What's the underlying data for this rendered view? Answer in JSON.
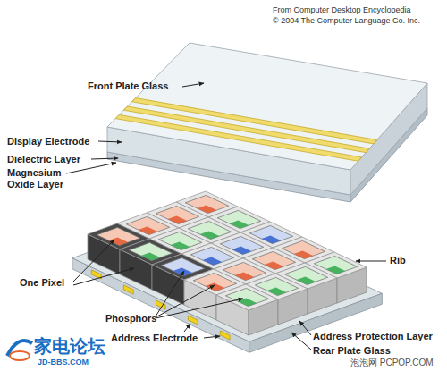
{
  "diagram": {
    "labels": [
      "From Computer Desktop Encyclopedia",
      "© 2004 The Computer Language Co. Inc.",
      "Front Plate Glass",
      "Display Electrode",
      "Dielectric Layer",
      "Magnesium Oxide Layer",
      "Rib",
      "One Pixel",
      "Phosphors",
      "Address Protection Layer",
      "Address Electrode",
      "Rear Plate Glass",
      "家电论坛",
      "JD-BBS.COM",
      "泡泡网 PCPOP.COM"
    ]
  }
}
